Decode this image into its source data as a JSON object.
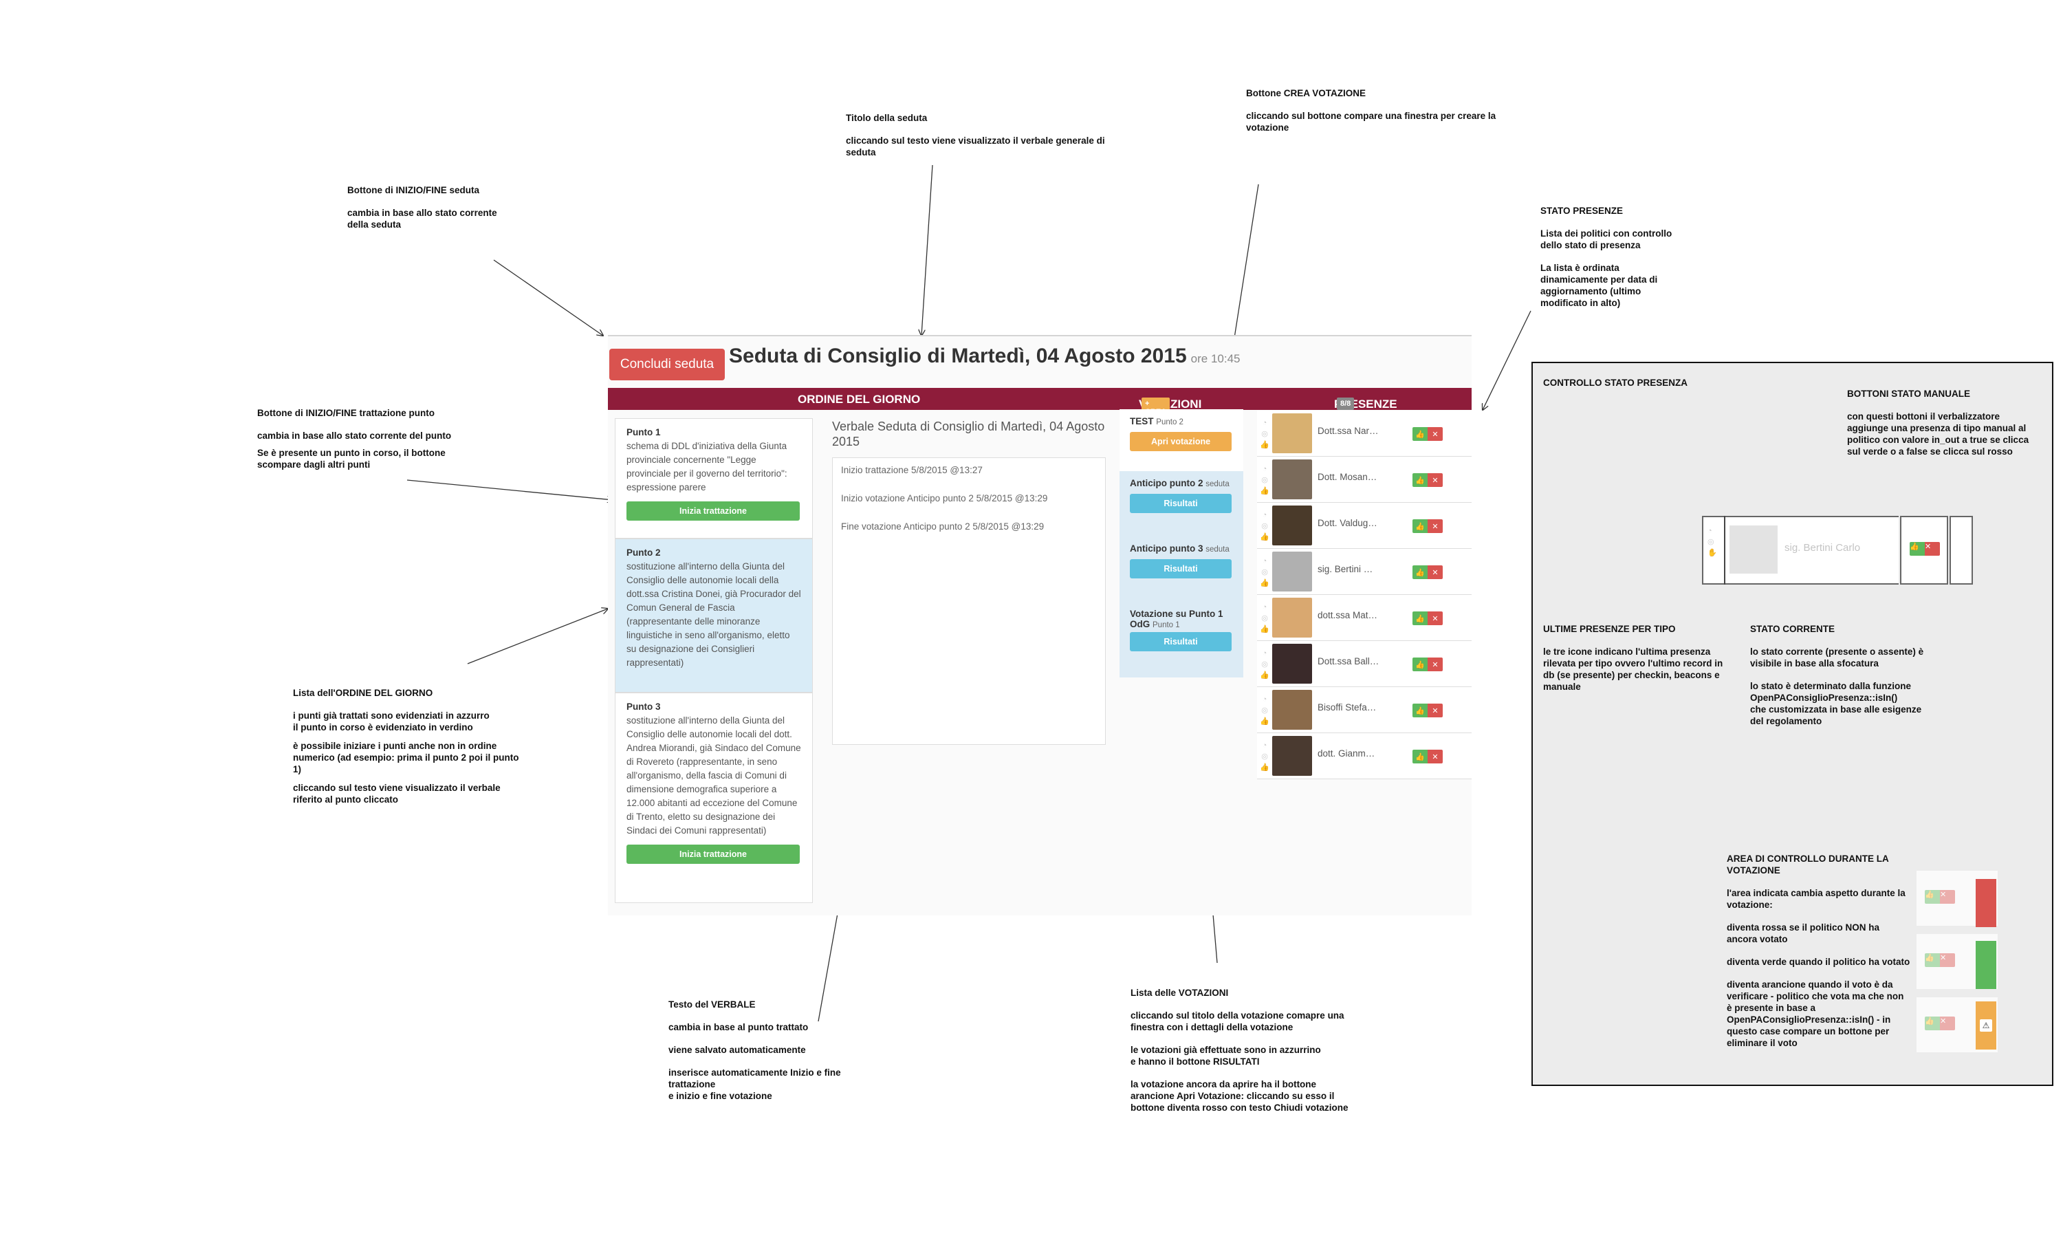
{
  "header": {
    "end_button": "Concludi seduta",
    "title": "Seduta di Consiglio di Martedì, 04 Agosto 2015",
    "time": "ore 10:45"
  },
  "bar": {
    "odg": "ORDINE DEL GIORNO",
    "votazioni": "VOTAZIONI",
    "crea": "+ CREA",
    "presenze": "PRESENZE",
    "presenze_count": "8/8"
  },
  "odg": [
    {
      "title": "Punto 1",
      "text": "schema di DDL d'iniziativa della Giunta provinciale concernente \"Legge provinciale per il governo del territorio\": espressione parere",
      "button": "Inizia trattazione",
      "done": false
    },
    {
      "title": "Punto 2",
      "text": "sostituzione all'interno della Giunta del Consiglio delle autonomie locali della dott.ssa Cristina Donei, già Procurador del Comun General de Fascia (rappresentante delle minoranze linguistiche in seno all'organismo, eletto su designazione dei Consiglieri rappresentati)",
      "button": "",
      "done": true
    },
    {
      "title": "Punto 3",
      "text": "sostituzione all'interno della Giunta del Consiglio delle autonomie locali del dott. Andrea Miorandi, già Sindaco del Comune di Rovereto (rappresentante, in seno all'organismo, della fascia di Comuni di dimensione demografica superiore a 12.000 abitanti ad eccezione del Comune di Trento, eletto su designazione dei Sindaci dei Comuni rappresentati)",
      "button": "Inizia trattazione",
      "done": false
    }
  ],
  "verbale": {
    "title": "Verbale Seduta di Consiglio di Martedì, 04 Agosto 2015",
    "lines": [
      "Inizio trattazione 5/8/2015 @13:27",
      "Inizio votazione Anticipo punto 2 5/8/2015 @13:29",
      "Fine votazione Anticipo punto 2 5/8/2015 @13:29"
    ]
  },
  "votazioni": [
    {
      "title": "TEST",
      "sub": "Punto 2",
      "button": "Apri votazione",
      "style": "orange"
    },
    {
      "title": "Anticipo punto 2",
      "sub": "seduta",
      "button": "Risultati",
      "style": "blue"
    },
    {
      "title": "Anticipo punto 3",
      "sub": "seduta",
      "button": "Risultati",
      "style": "blue"
    },
    {
      "title": "Votazione su Punto 1",
      "sub2": "OdG",
      "sub": "Punto 1",
      "button": "Risultati",
      "style": "blue"
    }
  ],
  "presenze": [
    {
      "name": "Dott.ssa Nardin Anto...",
      "color": "#d8b070"
    },
    {
      "name": "Dott. Mosaner Adalb...",
      "color": "#7a6a5a"
    },
    {
      "name": "Dott. Valduga Franc...",
      "color": "#4a3a2a"
    },
    {
      "name": "sig. Bertini Carlo",
      "color": "#b0b0b0"
    },
    {
      "name": "dott.ssa Mattevi Mo...",
      "color": "#d9a870"
    },
    {
      "name": "Dott.ssa Ballardini P...",
      "color": "#3a2a2a"
    },
    {
      "name": "Bisoffi Stefano (politi...",
      "color": "#8a6a4a"
    },
    {
      "name": "dott. Gianmoena Par...",
      "color": "#4a3a30"
    }
  ],
  "annotations": {
    "inizio_fine": {
      "title": "Bottone di INIZIO/FINE seduta",
      "text": "cambia in base allo stato corrente\ndella seduta"
    },
    "titolo": {
      "title": "Titolo della seduta",
      "text": "cliccando sul testo viene visualizzato il verbale generale di\nseduta"
    },
    "crea_votazione": {
      "title": "Bottone CREA VOTAZIONE",
      "text": "cliccando sul bottone compare una finestra per creare la\nvotazione"
    },
    "stato_presenze": {
      "title": "STATO PRESENZE",
      "text1": "Lista dei politici con controllo\ndello stato di presenza",
      "text2": "La lista è ordinata\ndinamicamente per data di\naggiornamento (ultimo\nmodificato in alto)"
    },
    "punto": {
      "title": "Bottone di INIZIO/FINE trattazione punto",
      "text1": "cambia in base allo stato corrente del punto",
      "text2": "Se è presente un punto in corso, il bottone\nscompare dagli altri punti"
    },
    "lista_odg": {
      "title": "Lista dell'ORDINE DEL GIORNO",
      "text1": "i punti già trattati sono evidenziati in azzurro\nil punto in corso è evidenziato in verdino",
      "text2": "è possibile iniziare i punti anche non in ordine\nnumerico (ad esempio: prima il punto 2 poi il punto\n1)",
      "text3": "cliccando sul testo viene visualizzato il verbale\nriferito al punto cliccato"
    },
    "verbale": {
      "title": "Testo del VERBALE",
      "text1": "cambia in base al punto trattato",
      "text2": "viene salvato automaticamente",
      "text3": "inserisce automaticamente Inizio e fine\ntrattazione\ne inizio e fine votazione"
    },
    "lista_votazioni": {
      "title": "Lista delle VOTAZIONI",
      "text1": "cliccando sul titolo della votazione comapre una\nfinestra con i dettagli della votazione",
      "text2": "le votazioni già effettuate sono in azzurrino\ne hanno il bottone RISULTATI",
      "text3": "la votazione ancora da aprire ha il bottone\narancione Apri Votazione: cliccando su esso il\nbottone diventa rosso con testo Chiudi votazione"
    }
  },
  "panel": {
    "title": "CONTROLLO STATO PRESENZA",
    "bottoni_title": "BOTTONI STATO MANUALE",
    "bottoni_text": "con questi bottoni il verbalizzatore\naggiunge una presenza di tipo manual al\npolitico con valore in_out a true se clicca\nsul verde o a false se clicca sul rosso",
    "detail_name": "sig. Bertini Carlo",
    "ultime_title": "ULTIME PRESENZE PER TIPO",
    "ultime_text": "le tre icone indicano l'ultima presenza\nrilevata per tipo ovvero l'ultimo record in\ndb (se presente) per checkin, beacons e\nmanuale",
    "stato_title": "STATO CORRENTE",
    "stato_text1": "lo stato corrente (presente o assente) è\nvisibile in base alla sfocatura",
    "stato_text2": "lo stato è determinato dalla funzione\nOpenPAConsiglioPresenza::isIn()\nche customizzata in base alle esigenze\ndel regolamento",
    "area_title": "AREA DI CONTROLLO DURANTE LA\nVOTAZIONE",
    "area_text1": "l'area indicata cambia aspetto durante la\nvotazione:",
    "area_text2": "diventa rossa se il politico NON ha\nancora votato",
    "area_text3": "diventa verde quando il politico ha votato",
    "area_text4": "diventa arancione quando il voto è da\nverificare - politico che vota ma che non\nè presente in base a\nOpenPAConsiglioPresenza::isIn()  - in\nquesto case compare un bottone per\neliminare il voto",
    "colors": {
      "red": "#d9534f",
      "green": "#5cb85c",
      "orange": "#f0ad4e"
    }
  }
}
